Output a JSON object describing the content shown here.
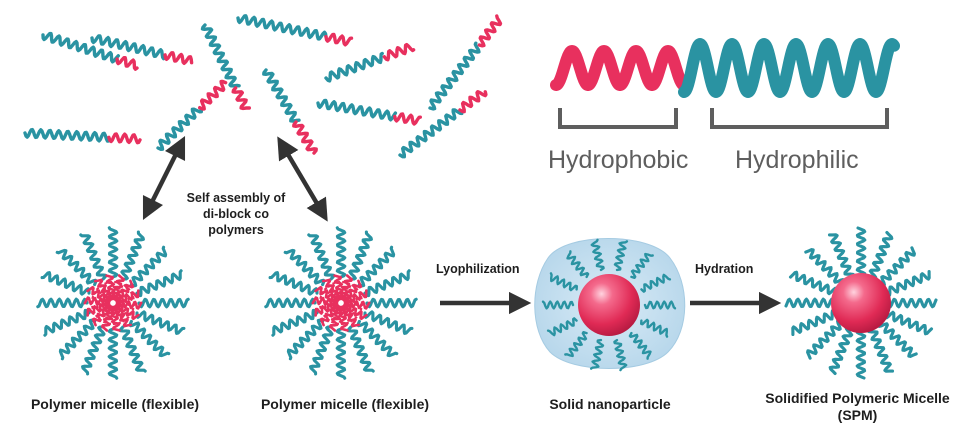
{
  "legend": {
    "hydrophobic_label": "Hydrophobic",
    "hydrophilic_label": "Hydrophilic"
  },
  "self_assembly_label": "Self assembly of\ndi-block co polymers",
  "steps": [
    {
      "caption": "Polymer micelle (flexible)"
    },
    {
      "caption": "Polymer micelle (flexible)"
    },
    {
      "caption": "Solid nanoparticle"
    },
    {
      "caption": "Solidified Polymeric Micelle\n(SPM)"
    }
  ],
  "arrows": {
    "lyophilization_label": "Lyophilization",
    "hydration_label": "Hydration"
  },
  "colors": {
    "hydrophobic": "#e8305e",
    "hydrophilic": "#2a93a2",
    "core": "#e8305e",
    "shell": "#bfdcee",
    "bracket": "#5e5e5e",
    "arrow": "#333333"
  }
}
